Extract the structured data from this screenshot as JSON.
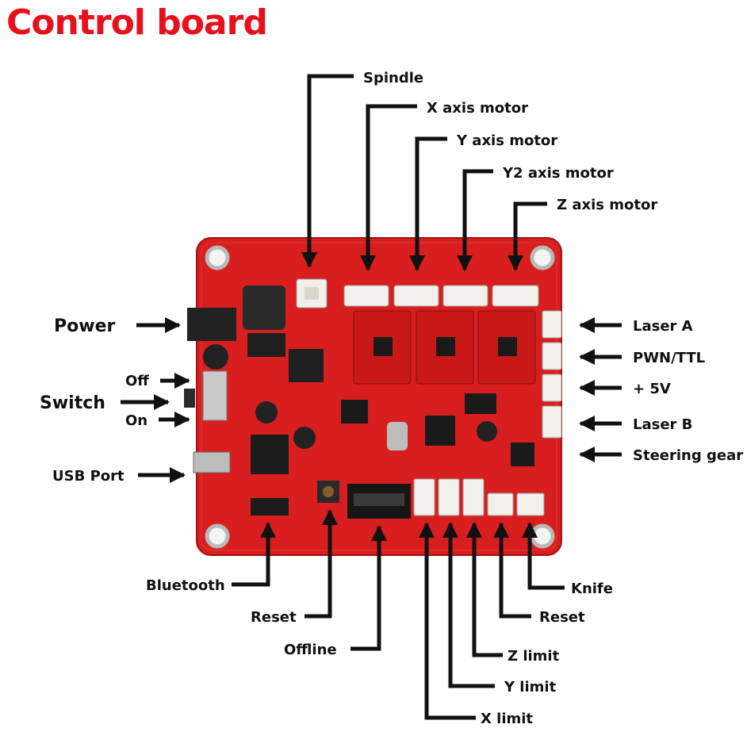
{
  "title": "Control board",
  "top_labels": {
    "spindle": "Spindle",
    "x_motor": "X axis motor",
    "y_motor": "Y axis motor",
    "y2_motor": "Y2 axis motor",
    "z_motor": "Z axis motor"
  },
  "right_labels": {
    "laser_a": "Laser A",
    "pwn_ttl": "PWN/TTL",
    "plus_5v": "+ 5V",
    "laser_b": "Laser B",
    "steering_gear": "Steering gear"
  },
  "left_labels": {
    "power": "Power",
    "off": "Off",
    "switch": "Switch",
    "on": "On",
    "usb_port": "USB Port"
  },
  "bottom_labels": {
    "bluetooth": "Bluetooth",
    "reset_left": "Reset",
    "offline": "Offline",
    "x_limit": "X limit",
    "y_limit": "Y limit",
    "z_limit": "Z limit",
    "reset_right": "Reset",
    "knife": "Knife"
  },
  "colors": {
    "title": "#e8101c",
    "board": "#d81e1e",
    "driver": "#c81818",
    "connector": "#f2f0ea",
    "arrow": "#111111"
  }
}
